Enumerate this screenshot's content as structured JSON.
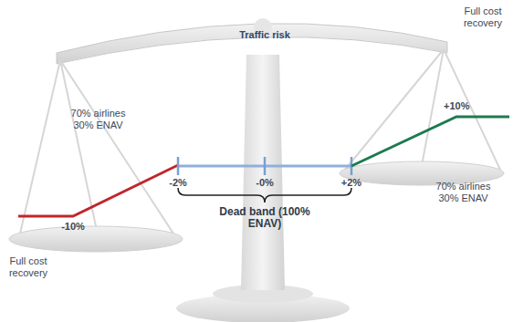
{
  "diagram": {
    "labels": [
      "Traffic risk",
      "Full cost recovery",
      "+10%",
      "70% airlines 30% ENAV",
      "-2%",
      "-0%",
      "+2%",
      "70% airlines 30% ENAV",
      "-10%",
      "Full cost recovery",
      "Dead band (100% ENAV)"
    ]
  }
}
